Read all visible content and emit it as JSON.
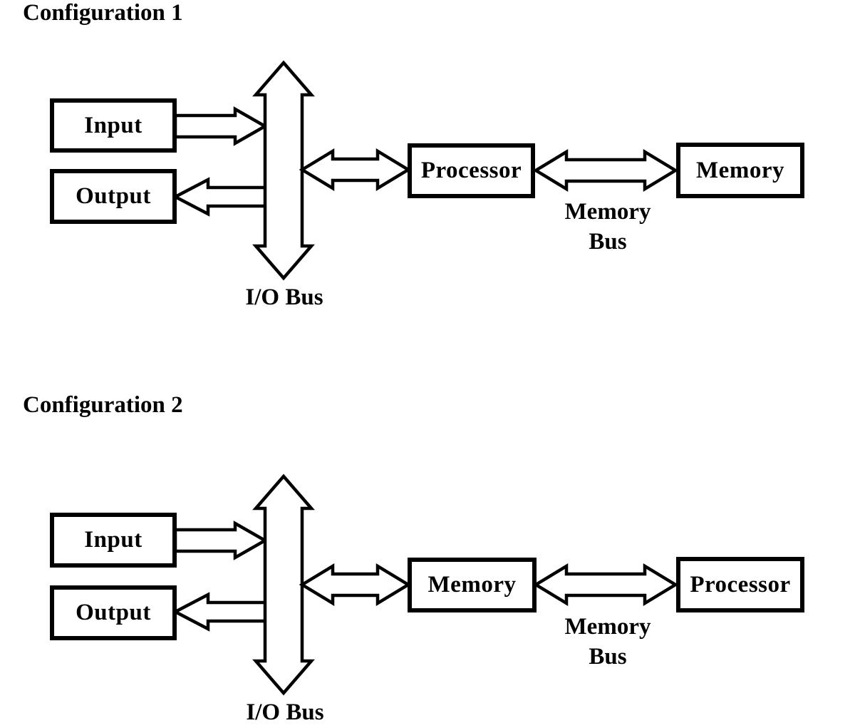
{
  "canvas": {
    "background": "#ffffff",
    "line_color": "#000000",
    "arrow_fill": "#ffffff"
  },
  "configurations": [
    {
      "title": "Configuration 1",
      "boxes": {
        "input": "Input",
        "output": "Output",
        "left": "Processor",
        "right": "Memory"
      },
      "labels": {
        "io_bus": "I/O Bus",
        "memory_bus": {
          "line1": "Memory",
          "line2": "Bus"
        }
      }
    },
    {
      "title": "Configuration 2",
      "boxes": {
        "input": "Input",
        "output": "Output",
        "left": "Memory",
        "right": "Processor"
      },
      "labels": {
        "io_bus": "I/O Bus",
        "memory_bus": {
          "line1": "Memory",
          "line2": "Bus"
        }
      }
    }
  ]
}
